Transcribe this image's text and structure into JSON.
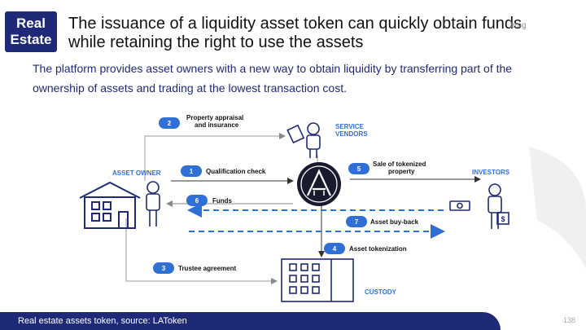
{
  "tag": {
    "line1": "Real",
    "line2": "Estate"
  },
  "title": {
    "line1": "The issuance of a liquidity asset token can quickly obtain funds",
    "line2": "while retaining the right to use the assets"
  },
  "subtitle": {
    "line1": "The platform provides asset owners with a new way to obtain liquidity by transferring part of the",
    "line2": "ownership of assets and trading at the lowest transaction cost."
  },
  "logo": "bmg",
  "diagram": {
    "actors": {
      "asset_owner": "ASSET OWNER",
      "service_vendors_1": "SERVICE",
      "service_vendors_2": "VENDORS",
      "investors": "INVESTORS",
      "custody": "CUSTODY"
    },
    "steps": [
      {
        "num": "1",
        "line1": "Qualification check",
        "line2": ""
      },
      {
        "num": "2",
        "line1": "Property appraisal",
        "line2": "and insurance"
      },
      {
        "num": "3",
        "line1": "Trustee agreement",
        "line2": ""
      },
      {
        "num": "4",
        "line1": "Asset tokenization",
        "line2": ""
      },
      {
        "num": "5",
        "line1": "Sale of tokenized",
        "line2": "property"
      },
      {
        "num": "6",
        "line1": "Funds",
        "line2": ""
      },
      {
        "num": "7",
        "line1": "Asset buy-back",
        "line2": ""
      }
    ],
    "dollar_sign": "$",
    "colors": {
      "accent": "#2f6fd6",
      "dark": "#1e2a78",
      "line": "#999999"
    }
  },
  "footer": {
    "caption": "Real estate assets token, source: LAToken",
    "page_number": "138"
  }
}
